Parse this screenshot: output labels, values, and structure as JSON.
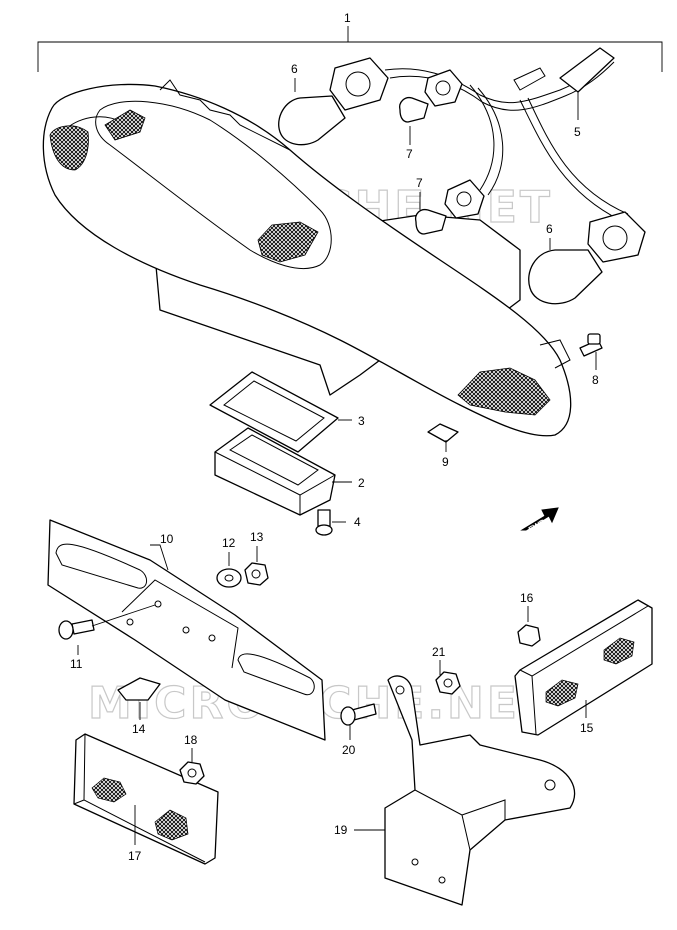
{
  "watermark": "MICROFICHE.NET",
  "fwd_label": "FWD",
  "callouts": [
    {
      "id": "c1",
      "text": "1"
    },
    {
      "id": "c2",
      "text": "2"
    },
    {
      "id": "c3",
      "text": "3"
    },
    {
      "id": "c4",
      "text": "4"
    },
    {
      "id": "c5",
      "text": "5"
    },
    {
      "id": "c6a",
      "text": "6"
    },
    {
      "id": "c6b",
      "text": "6"
    },
    {
      "id": "c7a",
      "text": "7"
    },
    {
      "id": "c7b",
      "text": "7"
    },
    {
      "id": "c8",
      "text": "8"
    },
    {
      "id": "c9",
      "text": "9"
    },
    {
      "id": "c10",
      "text": "10"
    },
    {
      "id": "c11",
      "text": "11"
    },
    {
      "id": "c12",
      "text": "12"
    },
    {
      "id": "c13",
      "text": "13"
    },
    {
      "id": "c14",
      "text": "14"
    },
    {
      "id": "c15",
      "text": "15"
    },
    {
      "id": "c16",
      "text": "16"
    },
    {
      "id": "c17",
      "text": "17"
    },
    {
      "id": "c18",
      "text": "18"
    },
    {
      "id": "c19",
      "text": "19"
    },
    {
      "id": "c20",
      "text": "20"
    },
    {
      "id": "c21",
      "text": "21"
    }
  ]
}
